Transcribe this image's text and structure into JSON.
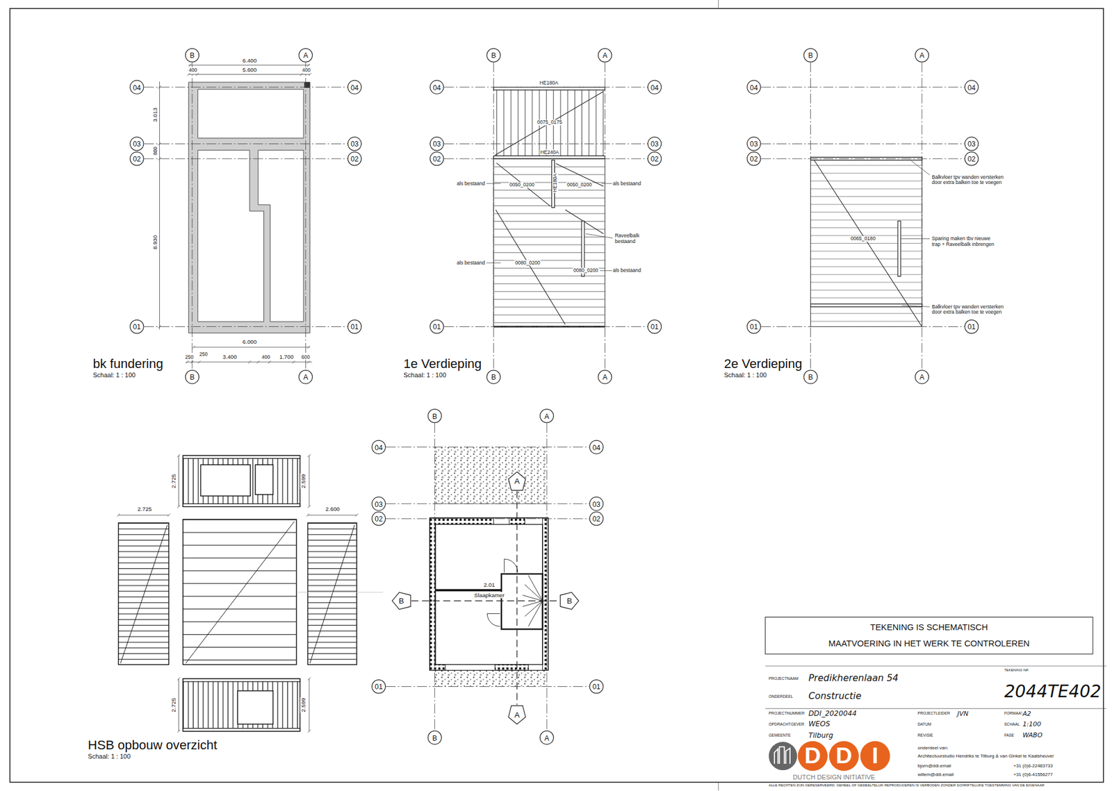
{
  "diagram": {
    "nodes": [
      {
        "text": [
          "B"
        ]
      },
      {
        "text": [
          "A"
        ]
      },
      {
        "text": [
          "04"
        ]
      },
      {
        "text": [
          "04"
        ]
      },
      {
        "text": [
          "03"
        ]
      },
      {
        "text": [
          "03"
        ]
      },
      {
        "text": [
          "02"
        ]
      },
      {
        "text": [
          "02"
        ]
      },
      {
        "text": [
          "01"
        ]
      },
      {
        "text": [
          "01"
        ]
      },
      {
        "text": [
          "B"
        ]
      },
      {
        "text": [
          "A"
        ]
      },
      {
        "text": [
          "B"
        ]
      },
      {
        "text": [
          "A"
        ]
      },
      {
        "text": [
          "04"
        ]
      },
      {
        "text": [
          "04"
        ]
      },
      {
        "text": [
          "03"
        ]
      },
      {
        "text": [
          "03"
        ]
      },
      {
        "text": [
          "02"
        ]
      },
      {
        "text": [
          "02"
        ]
      },
      {
        "text": [
          "01"
        ]
      },
      {
        "text": [
          "01"
        ]
      },
      {
        "text": [
          "B"
        ]
      },
      {
        "text": [
          "A"
        ]
      },
      {
        "text": [
          "B"
        ]
      },
      {
        "text": [
          "A"
        ]
      },
      {
        "text": [
          "04"
        ]
      },
      {
        "text": [
          "04"
        ]
      },
      {
        "text": [
          "03"
        ]
      },
      {
        "text": [
          "03"
        ]
      },
      {
        "text": [
          "02"
        ]
      },
      {
        "text": [
          "02"
        ]
      },
      {
        "text": [
          "01"
        ]
      },
      {
        "text": [
          "01"
        ]
      },
      {
        "text": [
          "B"
        ]
      },
      {
        "text": [
          "A"
        ]
      },
      {
        "text": [
          "B"
        ]
      },
      {
        "text": [
          "A"
        ]
      },
      {
        "text": [
          "04"
        ]
      },
      {
        "text": [
          "04"
        ]
      },
      {
        "text": [
          "03"
        ]
      },
      {
        "text": [
          "03"
        ]
      },
      {
        "text": [
          "02"
        ]
      },
      {
        "text": [
          "02"
        ]
      },
      {
        "text": [
          "01"
        ]
      },
      {
        "text": [
          "01"
        ]
      },
      {
        "text": [
          "B"
        ]
      },
      {
        "text": [
          "A"
        ]
      },
      {
        "text": [
          "A"
        ]
      },
      {
        "text": [
          "B"
        ]
      },
      {
        "text": [
          "B"
        ]
      },
      {
        "text": [
          "A"
        ]
      },
      {
        "text": [
          "TEKENING IS SCHEMATISCH",
          "MAATVOERING IN HET WERK TE CONTROLEREN"
        ]
      },
      {
        "text": [
          "D"
        ]
      },
      {
        "text": [
          "D"
        ]
      },
      {
        "text": [
          "I"
        ]
      }
    ],
    "edges": [
      {
        "from": 0,
        "to": 10,
        "arrow": "none"
      },
      {
        "from": 1,
        "to": 11,
        "arrow": "none"
      },
      {
        "from": 2,
        "to": 3,
        "arrow": "none"
      },
      {
        "from": 4,
        "to": 5,
        "arrow": "none"
      },
      {
        "from": 6,
        "to": 7,
        "arrow": "none"
      },
      {
        "from": 8,
        "to": 9,
        "arrow": "none"
      },
      {
        "from": 12,
        "to": 22,
        "arrow": "none"
      },
      {
        "from": 13,
        "to": 23,
        "arrow": "none"
      },
      {
        "from": 14,
        "to": 15,
        "arrow": "none"
      },
      {
        "from": 16,
        "to": 17,
        "arrow": "none"
      },
      {
        "from": 18,
        "to": 19,
        "arrow": "none"
      },
      {
        "from": 20,
        "to": 21,
        "arrow": "none"
      },
      {
        "from": 24,
        "to": 34,
        "arrow": "none"
      },
      {
        "from": 25,
        "to": 35,
        "arrow": "none"
      },
      {
        "from": 26,
        "to": 27,
        "arrow": "none"
      },
      {
        "from": 28,
        "to": 29,
        "arrow": "none"
      },
      {
        "from": 30,
        "to": 31,
        "arrow": "none"
      },
      {
        "from": 32,
        "to": 33,
        "arrow": "none"
      },
      {
        "from": 36,
        "to": 46,
        "arrow": "none"
      },
      {
        "from": 37,
        "to": 47,
        "arrow": "none"
      },
      {
        "from": 38,
        "to": 39,
        "arrow": "none"
      },
      {
        "from": 40,
        "to": 41,
        "arrow": "none"
      },
      {
        "from": 42,
        "to": 43,
        "arrow": "none"
      },
      {
        "from": 44,
        "to": 45,
        "arrow": "none"
      },
      {
        "from": 48,
        "to": 51,
        "arrow": "none"
      },
      {
        "from": 49,
        "to": 50,
        "arrow": "none"
      }
    ],
    "labels": [
      "6.400",
      "400",
      "5.600",
      "400",
      "3.013",
      "800",
      "8.930",
      "6.000",
      "250",
      "250",
      "3.400",
      "400",
      "1.700",
      "600",
      "bk fundering",
      "Schaal: 1 : 100",
      "HE180A",
      "0075_0175",
      "HE240A",
      "als bestaand",
      "0050_0200",
      "HE180A",
      "0050_0200",
      "als bestaand",
      "Raveelbalk bestaand",
      "als bestaand",
      "0080_0200",
      "0080_0200",
      "als bestaand",
      "1e Verdieping",
      "Schaal: 1 : 100",
      "0065_0180",
      "Balkvloer tpv wanden versterken door extra balken toe te voegen",
      "Sparing maken tbv nieuwe trap + Raveelbalk inbrengen",
      "Balkvloer tpv wanden versterken door extra balken toe te voegen",
      "2e Verdieping",
      "Schaal: 1 : 100",
      "2.725",
      "2.599",
      "2.725",
      "2.600",
      "2.725",
      "2.599",
      "HSB opbouw overzicht",
      "Schaal: 1 : 100",
      "2.01",
      "Slaapkamer",
      "PROJECTNAAM",
      "Predikherenlaan 54",
      "ONDERDEEL",
      "Constructie",
      "TEKENING NR",
      "2044TE402",
      "PROJECTNUMMER",
      "DDI_2020044",
      "PROJECTLEIDER",
      "JVN",
      "FORMAAT",
      "A2",
      "OPDRACHTGEVER",
      "WEOS",
      "DATUM",
      "SCHAAL",
      "1:100",
      "GEMEENTE",
      "Tilburg",
      "REVISIE",
      "FASE",
      "WABO",
      "onderdeel van:",
      "Architectuurstudio Hendriks te Tilburg & van Ginkel te Kaatsheuvel",
      "bjorn@ddi.email",
      "+31 (0)6-22483733",
      "willem@ddi.email",
      "+31 (0)6-41556277",
      "DUTCH DESIGN INITIATIVE",
      "ALLE RECHTEN ZIJN GERESERVEERD. GEHEEL OF GEDEELTELIJK REPRODUCEREN IS VERBODEN ZONDER SCHRIFTELIJKE TOESTEMMING VAN DE EIGENAAR"
    ]
  }
}
